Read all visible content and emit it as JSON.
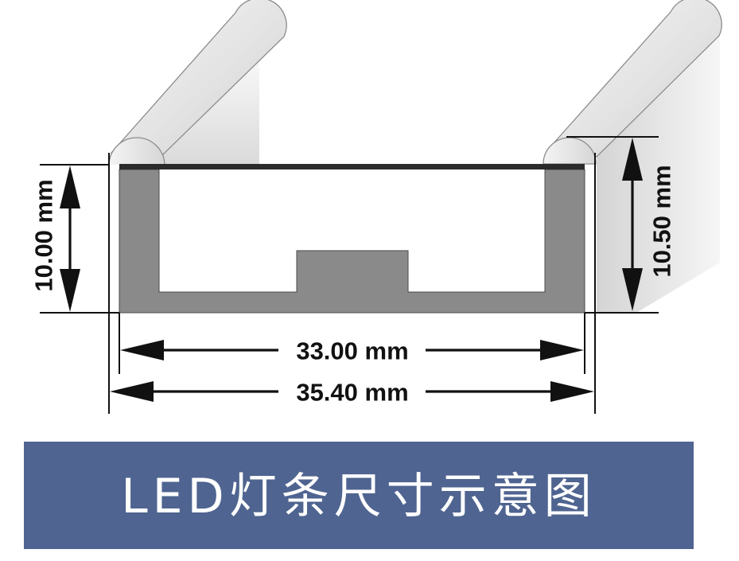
{
  "dimensions": {
    "left_height": "10.00 mm",
    "right_height": "10.50 mm",
    "inner_width": "33.00 mm",
    "outer_width": "35.40 mm"
  },
  "banner": {
    "title": "LED灯条尺寸示意图"
  },
  "colors": {
    "banner": "#4f6490",
    "profile": "#8a8a8a",
    "top_strip": "#2b2b2b",
    "background": "#ffffff"
  }
}
